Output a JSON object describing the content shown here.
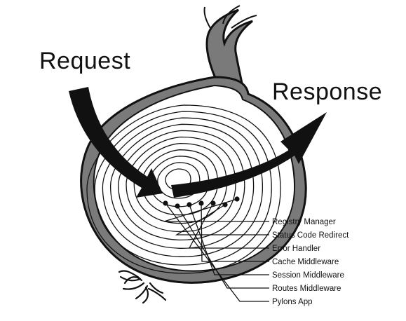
{
  "diagram": {
    "request_label": "Request",
    "response_label": "Response",
    "layers": [
      "Registry Manager",
      "Status Code Redirect",
      "Error Handler",
      "Cache Middleware",
      "Session Middleware",
      "Routes Middleware",
      "Pylons App"
    ],
    "colors": {
      "ink": "#111111",
      "onion_skin": "#7a7a7a",
      "onion_flesh": "#ffffff",
      "background": "#ffffff"
    }
  }
}
